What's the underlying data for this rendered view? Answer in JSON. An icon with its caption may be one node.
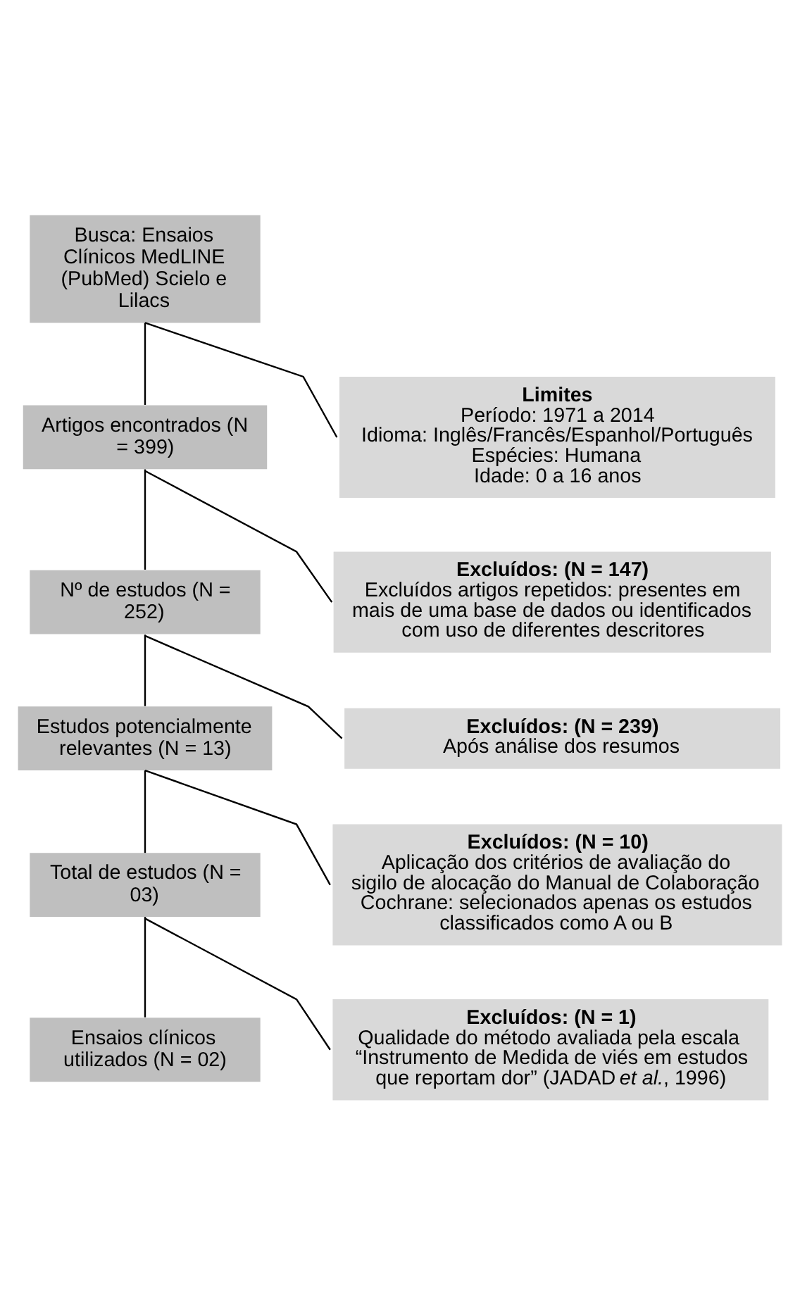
{
  "diagram": {
    "nodes": [
      {
        "text": [
          "Busca: Ensaios Clínicos MedLINE (PubMed) Scielo e Lilacs"
        ]
      },
      {
        "text": [
          "Limites",
          "Período: 1971 a 2014",
          "Idioma: Inglês/Francês/Espanhol/Português",
          "Espécies: Humana",
          "Idade: 0 a 16 anos"
        ]
      },
      {
        "text": [
          "Artigos encontrados (N = 399)"
        ]
      },
      {
        "text": [
          "Excluídos: (N = 147)",
          "Excluídos artigos repetidos: presentes em mais de uma base de dados ou identificados com uso de diferentes descritores"
        ]
      },
      {
        "text": [
          "Nº de estudos (N = 252)"
        ]
      },
      {
        "text": [
          "Excluídos: (N = 239)",
          "Após análise dos resumos"
        ]
      },
      {
        "text": [
          "Estudos potencialmente relevantes (N = 13)"
        ]
      },
      {
        "text": [
          "Excluídos: (N = 10)",
          "Aplicação dos critérios de avaliação do sigilo de alocação do Manual de Colaboração Cochrane: selecionados apenas os estudos classificados como A ou B"
        ]
      },
      {
        "text": [
          "Total de estudos (N = 03)"
        ]
      },
      {
        "text": [
          "Excluídos: (N = 1)",
          "Qualidade do método avaliada pela escala “Instrumento de Medida de viés em estudos que reportam dor” (JADAD *et al.*, 1996)"
        ]
      },
      {
        "text": [
          "Ensaios clínicos utilizados (N = 02)"
        ]
      }
    ],
    "edges": [
      {
        "from": 0,
        "to": 1,
        "arrow": "none"
      },
      {
        "from": 0,
        "to": 2,
        "arrow": "none"
      },
      {
        "from": 2,
        "to": 3,
        "arrow": "none"
      },
      {
        "from": 2,
        "to": 4,
        "arrow": "none"
      },
      {
        "from": 4,
        "to": 5,
        "arrow": "none"
      },
      {
        "from": 4,
        "to": 6,
        "arrow": "none"
      },
      {
        "from": 6,
        "to": 7,
        "arrow": "none"
      },
      {
        "from": 6,
        "to": 8,
        "arrow": "none"
      },
      {
        "from": 8,
        "to": 9,
        "arrow": "none"
      },
      {
        "from": 8,
        "to": 10,
        "arrow": "none"
      }
    ]
  }
}
